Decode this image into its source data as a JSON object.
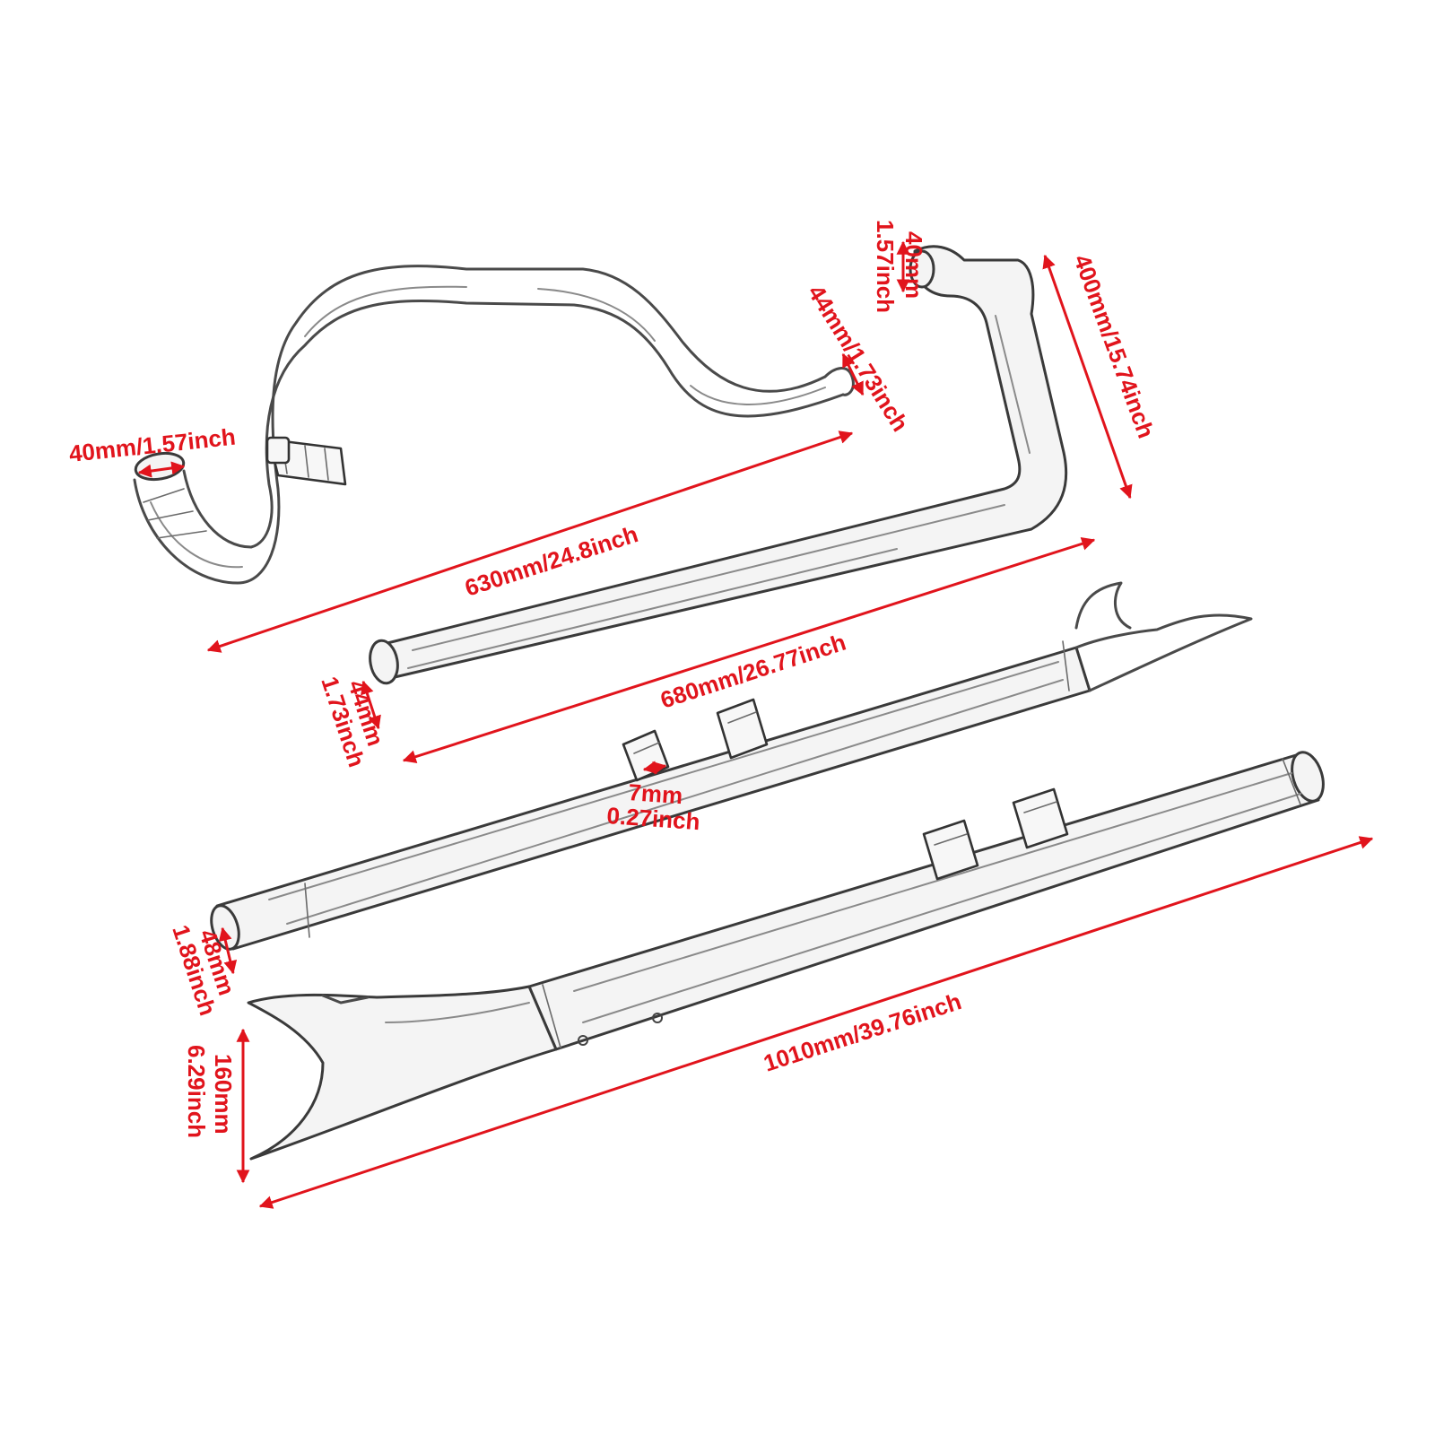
{
  "colors": {
    "dimension": "#e1141c",
    "line_art": "#3a3a3a",
    "background": "#ffffff"
  },
  "dimensions": {
    "header_inlet_diameter": "40mm/1.57inch",
    "header_length": "630mm/24.8inch",
    "header_outlet_diameter": "44mm/1.73inch",
    "second_header_inlet_mm": "40mm",
    "second_header_inlet_inch": "1.57inch",
    "second_header_height": "400mm/15.74inch",
    "second_header_length": "680mm/26.77inch",
    "second_header_outlet_mm": "44mm",
    "second_header_outlet_inch": "1.73inch",
    "bracket_width_mm": "7mm",
    "bracket_width_inch": "0.27inch",
    "muffler_inlet_mm": "48mm",
    "muffler_inlet_inch": "1.88inch",
    "muffler_length": "1010mm/39.76inch",
    "tip_height_mm": "160mm",
    "tip_height_inch": "6.29inch"
  }
}
